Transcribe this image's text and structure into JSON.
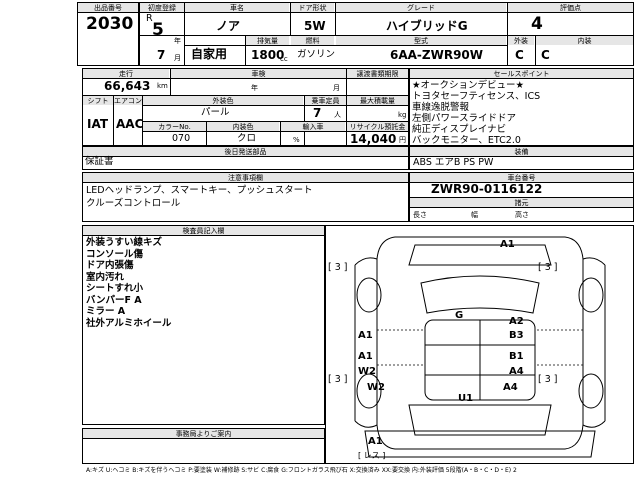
{
  "labels": {
    "lot": "出品番号",
    "reg": "初度登録",
    "name": "車名",
    "door": "ドア形状",
    "grade": "グレード",
    "score": "評価点",
    "type": "型式",
    "ext": "外装",
    "int": "内装",
    "year": "年",
    "month": "月",
    "usage": "",
    "disp": "排気量",
    "cc": "cc",
    "fuel": "燃料",
    "mileage": "走行",
    "shaken": "車検",
    "shaken_y": "年",
    "shaken_m": "月",
    "proof": "譲渡書類期限",
    "sales": "セールスポイント",
    "shift": "シフト",
    "ac": "エアコン",
    "color": "外装色",
    "capacity": "乗車定員",
    "load": "最大積載量",
    "color_no": "カラーNo.",
    "int_color": "内装色",
    "import": "輸入車",
    "recycle": "リサイクル預託金",
    "seats_unit": "人",
    "kg": "kg",
    "yen": "円",
    "equip": "後日発送部品",
    "equip2": "装備",
    "notes": "注意事項欄",
    "chassis": "車台番号",
    "dims": "諸元",
    "l": "長さ",
    "w": "幅",
    "h": "高さ",
    "inspector": "検査員記入欄",
    "office": "事務局よりご案内",
    "pct": "%",
    "km": "km"
  },
  "lot_no": "2030",
  "reg_era": "R",
  "reg_year": "5",
  "reg_month": "7",
  "car_name": "ノア",
  "door": "5W",
  "grade": "ハイブリッドG",
  "score": "4",
  "usage": "自家用",
  "displacement": "1800",
  "fuel": "ガソリン",
  "model": "6AA-ZWR90W",
  "exterior": "C",
  "interior": "C",
  "mileage": "66,643",
  "shift": "IAT",
  "ac": "AAC",
  "color": "パール",
  "seats": "7",
  "color_no": "070",
  "int_color": "クロ",
  "recycle": "14,040",
  "sales_points": "★オークションデビュー★\nトヨタセーフティセンス、ICS\n車線逸脱警報\n左側パワースライドドア\n純正ディスプレイナビ\nバックモニター、ETC2.0",
  "guarantee": "保証書",
  "equipment": "ABS エアB PS PW",
  "notes": "LEDヘッドランプ、スマートキー、プッシュスタート\nクルーズコントロール",
  "chassis_no": "ZWR90-0116122",
  "inspector_notes": "外装うすい線キズ\nコンソール傷\nドア内張傷\n室内汚れ\nシートすれ小\nバンパーF A\nミラー A\n社外アルミホイール",
  "marks": {
    "a1_top": "A1",
    "bracket_l": "[ 3 ]",
    "bracket_r": "[ 3 ]",
    "bracket_l2": "[ 3 ]",
    "bracket_r2": "[ 3 ]",
    "g": "G",
    "a2": "A2",
    "b3": "B3",
    "a1_left": "A1",
    "a1_mid": "A1",
    "b1": "B1",
    "w2": "W2",
    "a4": "A4",
    "w2_l": "W2",
    "a4_r": "A4",
    "u1": "U1",
    "a1_bot": "A1",
    "res": "[ レス ]"
  },
  "legend": "A:キズ  U:ヘコミ  B:キズを伴うヘコミ  P:要塗装  W:補修跡  S:サビ  C:腐食  G:フロントガラス飛び石  X:交換済み  XX:要交換  内:外装評価  5段階(A・B・C・D・E)  2"
}
